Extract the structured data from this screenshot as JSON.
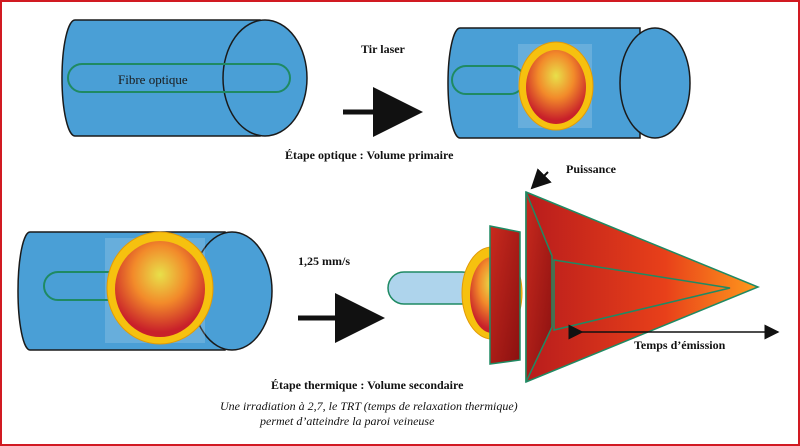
{
  "labels": {
    "fibre": "Fibre optique",
    "tir": "Tir laser",
    "etape_optique": "Étape optique : Volume primaire",
    "puissance": "Puissance",
    "vitesse": "1,25 mm/s",
    "temps": "Temps d’émission",
    "etape_thermique": "Étape thermique : Volume secondaire",
    "note_line1": "Une irradiation à 2,7, le TRT (temps de relaxation thermique)",
    "note_line2": "permet d’atteindre la paroi veineuse"
  },
  "colors": {
    "vein_blue": "#4a9fd6",
    "outline": "#1a1a1a",
    "fiber_green": "#1f8a63",
    "halo_yellow": "#f6c10f",
    "thermal_red": "#c62018",
    "thermal_orange": "#ff8c1a",
    "border_red": "#d11a22"
  }
}
